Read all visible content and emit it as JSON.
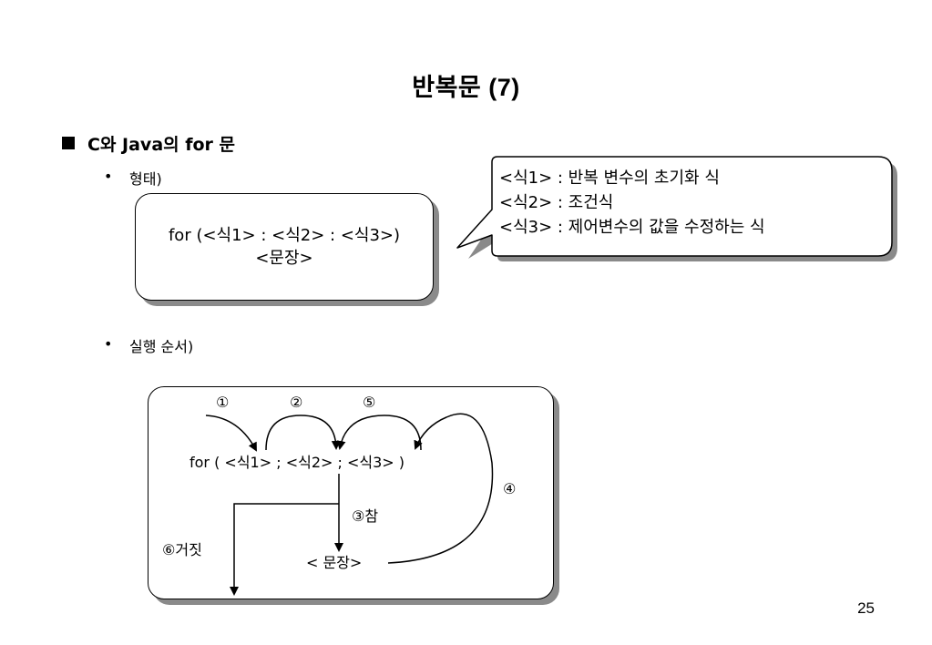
{
  "title": "반복문 (7)",
  "heading": {
    "marker": "■",
    "text": "C와 Java의 for 문"
  },
  "bullets": [
    {
      "marker": "•",
      "text": "형태)"
    },
    {
      "marker": "•",
      "text": "실행 순서)"
    }
  ],
  "syntax_box": {
    "line1": "for (<식1> : <식2> : <식3>)",
    "line2": "<문장>"
  },
  "callout": {
    "lines": [
      "<식1> : 반복 변수의 초기화 식",
      "<식2> : 조건식",
      "<식3> : 제어변수의 값을 수정하는 식"
    ]
  },
  "diagram": {
    "for_line": "for ( <식1> ; <식2> ; <식3> )",
    "statement": "< 문장>",
    "labels": {
      "step1": "①",
      "step2": "②",
      "step5": "⑤",
      "step4": "④",
      "step3": "③참",
      "step6": "⑥거짓"
    }
  },
  "page_number": "25",
  "colors": {
    "shadow": "#8a8a8a",
    "border": "#000000",
    "background": "#ffffff"
  }
}
